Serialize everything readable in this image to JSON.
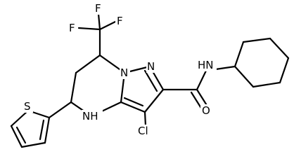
{
  "molecule": {
    "atoms": {
      "F1": "F",
      "F2": "F",
      "F3": "F",
      "N1": "N",
      "N2": "N",
      "NH_ring": "NH",
      "NH_amide": "HN",
      "O": "O",
      "Cl": "Cl",
      "S": "S"
    },
    "colors": {
      "bond": "#000000",
      "label": "#000000",
      "background": "#ffffff"
    }
  }
}
